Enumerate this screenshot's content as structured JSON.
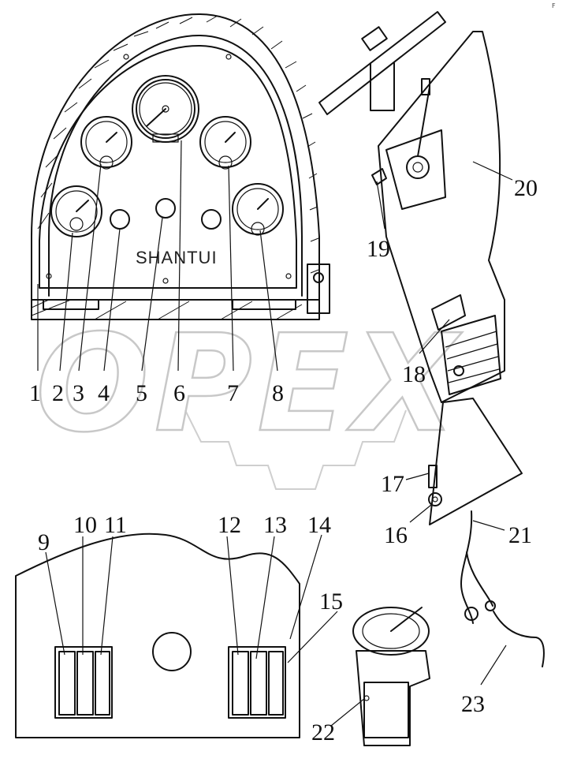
{
  "corner_mark": "F",
  "panel_brand": "SHANTUI",
  "watermark_text": "OPEX",
  "callouts": [
    "1",
    "2",
    "3",
    "4",
    "5",
    "6",
    "7",
    "8",
    "9",
    "10",
    "11",
    "12",
    "13",
    "14",
    "15",
    "16",
    "17",
    "18",
    "19",
    "20",
    "21",
    "22",
    "23"
  ],
  "colors": {
    "line": "#111111",
    "watermark": "#c8c8c8"
  }
}
